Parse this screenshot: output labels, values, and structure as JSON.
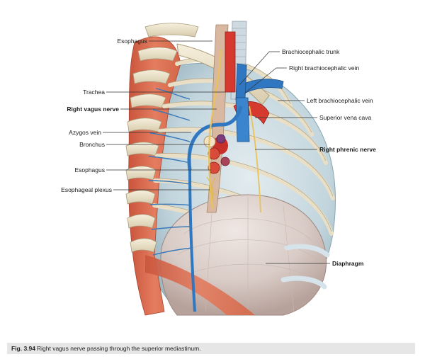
{
  "figure": {
    "labels_left": [
      {
        "id": "esophagus-top",
        "text": "Esophagus",
        "bold": false
      },
      {
        "id": "trachea",
        "text": "Trachea",
        "bold": false
      },
      {
        "id": "right-vagus-nerve",
        "text": "Right vagus nerve",
        "bold": true
      },
      {
        "id": "azygos-vein",
        "text": "Azygos vein",
        "bold": false
      },
      {
        "id": "bronchus",
        "text": "Bronchus",
        "bold": false
      },
      {
        "id": "esophagus-lower",
        "text": "Esophagus",
        "bold": false
      },
      {
        "id": "esophageal-plexus",
        "text": "Esophageal plexus",
        "bold": false
      }
    ],
    "labels_right": [
      {
        "id": "brachiocephalic-trunk",
        "text": "Brachiocephalic trunk",
        "bold": false
      },
      {
        "id": "right-brachiocephalic-vein",
        "text": "Right brachiocephalic vein",
        "bold": false
      },
      {
        "id": "left-brachiocephalic-vein",
        "text": "Left brachiocephalic vein",
        "bold": false
      },
      {
        "id": "superior-vena-cava",
        "text": "Superior vena cava",
        "bold": false
      },
      {
        "id": "right-phrenic-nerve",
        "text": "Right phrenic nerve",
        "bold": true
      },
      {
        "id": "diaphragm",
        "text": "Diaphragm",
        "bold": true
      }
    ]
  },
  "caption": {
    "number": "Fig. 3.94",
    "text": "Right vagus nerve passing through the superior mediastinum."
  },
  "colors": {
    "muscle": "#d9694f",
    "muscle_light": "#ec9a7d",
    "bone": "#efe6cf",
    "vein": "#2f77c0",
    "artery": "#d63a2e",
    "nerve": "#e8c35a",
    "pleura": "#b9cfd8",
    "diaphragm": "#d8ccc8",
    "caption_bg": "#e6e6e6"
  }
}
